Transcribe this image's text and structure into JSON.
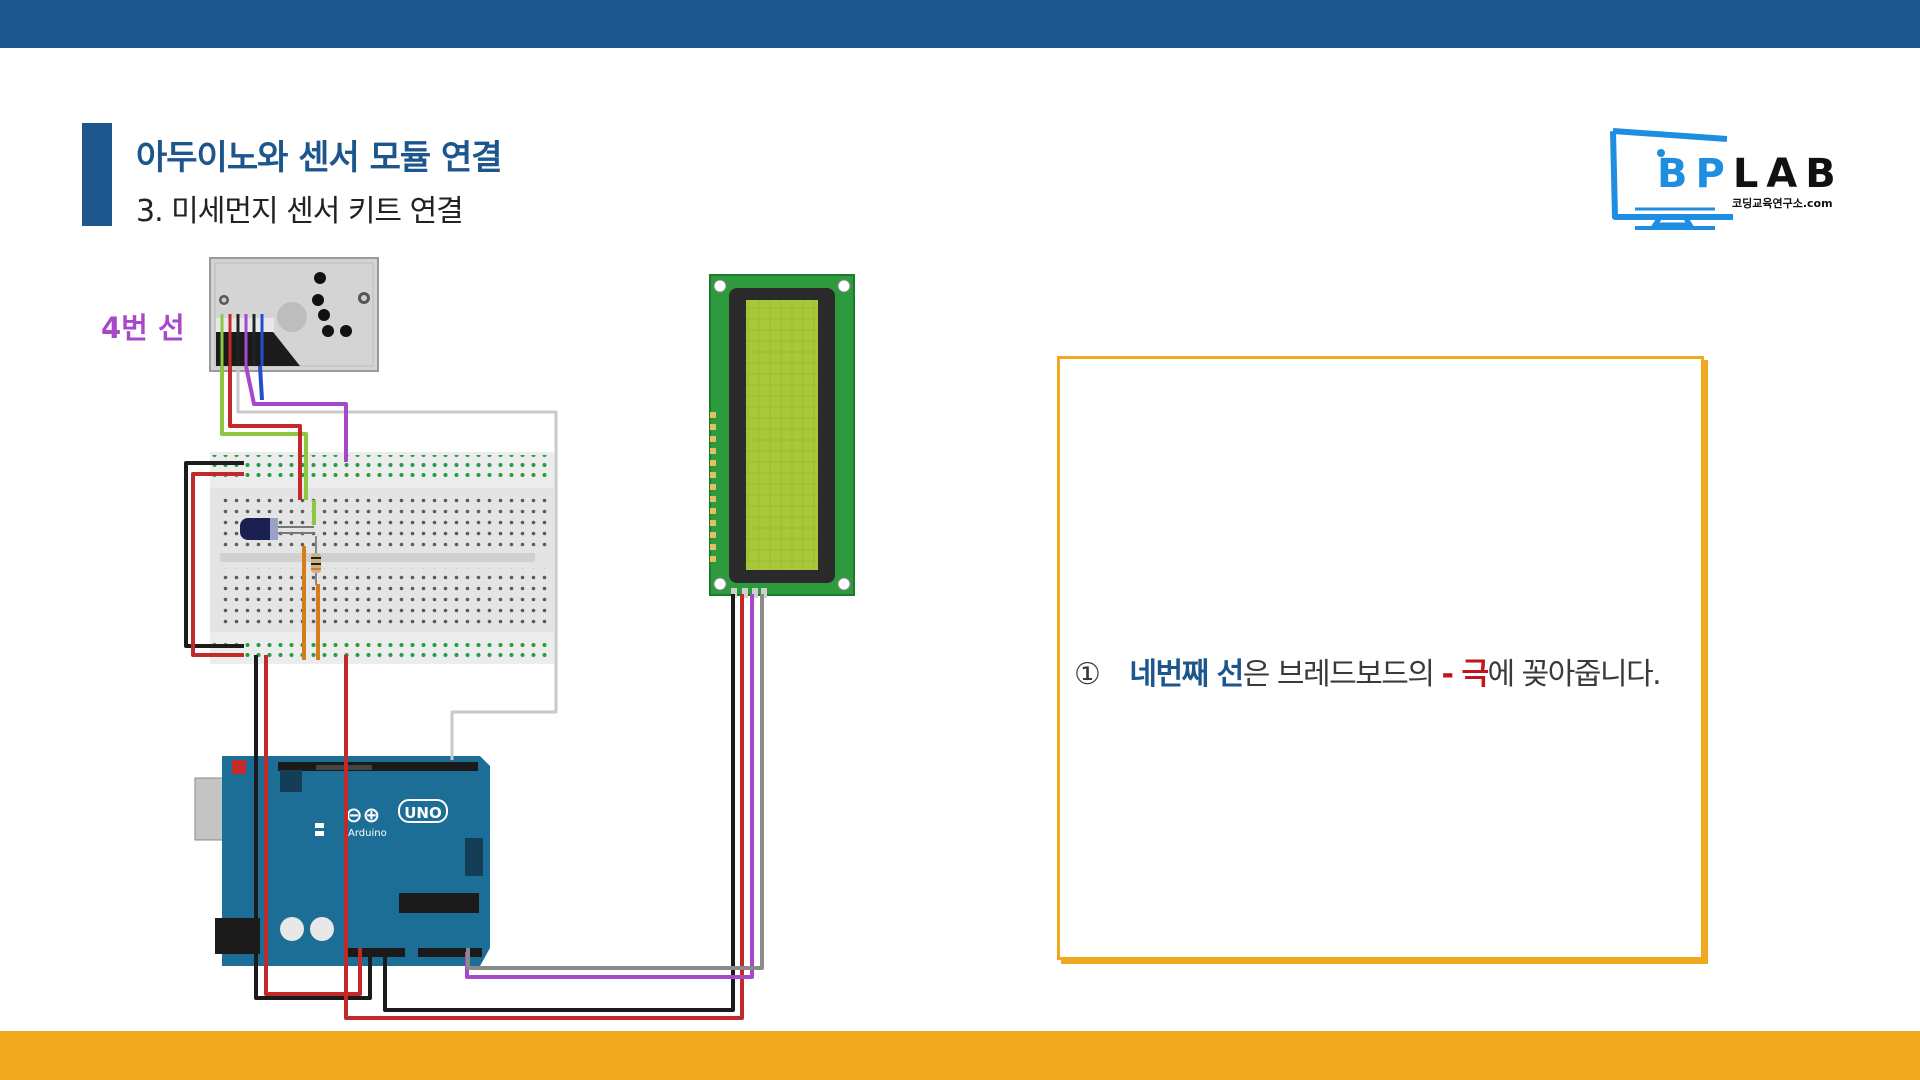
{
  "header": {
    "title": "아두이노와 센서 모듈 연결",
    "subtitle": "3. 미세먼지 센서 키트 연결"
  },
  "logo": {
    "letters_blue": "BP",
    "letters_dark": "LAB",
    "tagline": "코딩교육연구소.com"
  },
  "diagram": {
    "wire_label": "4번 선",
    "board_label": "UNO",
    "board_brand": "Arduino"
  },
  "instruction": {
    "number": "①",
    "part1": "네번째 선",
    "part2": "은 브레드보드의 ",
    "part3": "- 극",
    "part4": "에 꽂아줍니다."
  },
  "colors": {
    "primary": "#1c568d",
    "accent": "#f0a81f",
    "wire_highlight": "#a648c8",
    "keyword_red": "#c0141e"
  }
}
